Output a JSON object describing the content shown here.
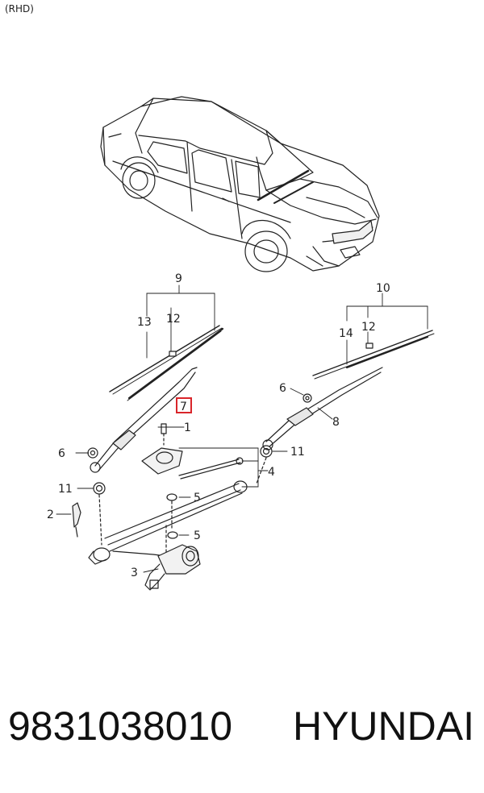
{
  "corner_tag": "(RHD)",
  "callouts": {
    "c1": "1",
    "c2": "2",
    "c3": "3",
    "c4": "4",
    "c5a": "5",
    "c5b": "5",
    "c6a": "6",
    "c6b": "6",
    "c7": "7",
    "c8": "8",
    "c9": "9",
    "c10": "10",
    "c11a": "11",
    "c11b": "11",
    "c12a": "12",
    "c12b": "12",
    "c13": "13",
    "c14": "14"
  },
  "highlight": {
    "part": "7",
    "color": "#d9252a"
  },
  "footer": {
    "part_number": "9831038010",
    "brand": "HYUNDAI"
  }
}
